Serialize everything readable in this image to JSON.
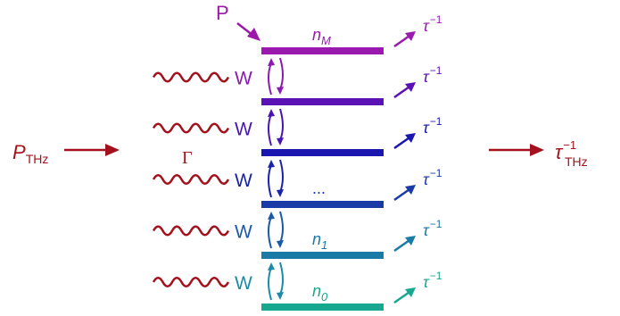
{
  "pump": {
    "label": "P",
    "color": "#9b1aa8"
  },
  "input": {
    "label_main": "P",
    "label_sub": "THz",
    "color": "#a3121c"
  },
  "output": {
    "label_main": "τ",
    "label_sup": "−1",
    "label_sub": "THz",
    "color": "#a3121c"
  },
  "gamma_label": "Γ",
  "levels": [
    {
      "label": "n",
      "sub": "M",
      "color": "#9a1ab0"
    },
    {
      "label": "",
      "sub": "",
      "color": "#5a12b4"
    },
    {
      "label": "",
      "sub": "",
      "color": "#1a16b0"
    },
    {
      "label": "...",
      "sub": "",
      "color": "#1a3aa6"
    },
    {
      "label": "n",
      "sub": "1",
      "color": "#1a7aa6"
    },
    {
      "label": "n",
      "sub": "0",
      "color": "#18a890"
    }
  ],
  "couplings": [
    {
      "label": "W",
      "color": "#8a1ab0"
    },
    {
      "label": "W",
      "color": "#4a14b2"
    },
    {
      "label": "W",
      "color": "#1a22aa"
    },
    {
      "label": "W",
      "color": "#1a58a8"
    },
    {
      "label": "W",
      "color": "#1a8ca8"
    }
  ],
  "decay_rates": [
    {
      "main": "τ",
      "sup": "−1",
      "color": "#9a1ab0"
    },
    {
      "main": "τ",
      "sup": "−1",
      "color": "#5a12b4"
    },
    {
      "main": "τ",
      "sup": "−1",
      "color": "#1a16b0"
    },
    {
      "main": "τ",
      "sup": "−1",
      "color": "#1a3aa6"
    },
    {
      "main": "τ",
      "sup": "−1",
      "color": "#1a7aa6"
    },
    {
      "main": "τ",
      "sup": "−1",
      "color": "#18a890"
    }
  ],
  "wave_color": "#a3121c"
}
